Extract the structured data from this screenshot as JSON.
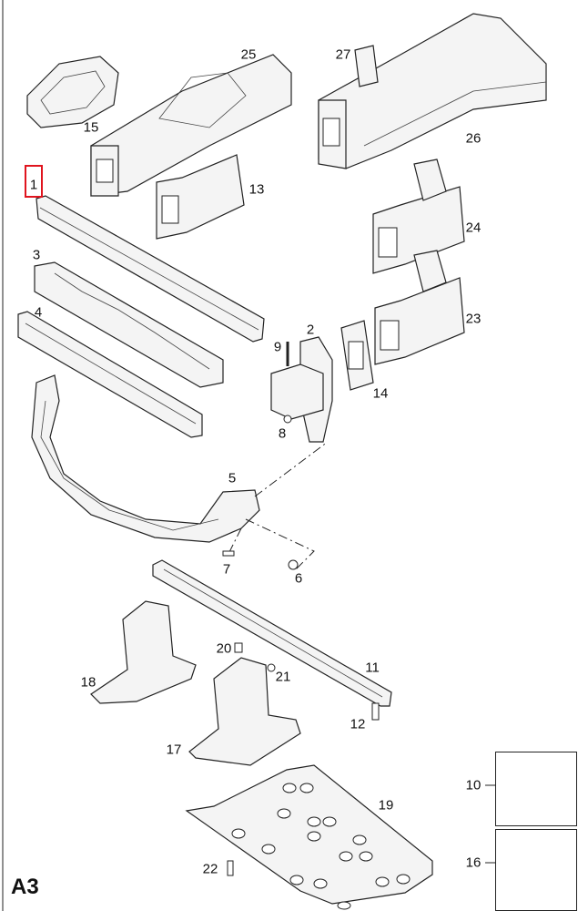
{
  "diagram": {
    "section_label": "A3",
    "highlighted_part": "1",
    "highlight_color": "#e0141e",
    "callouts": [
      "15",
      "25",
      "27",
      "26",
      "1",
      "13",
      "24",
      "3",
      "23",
      "4",
      "2",
      "9",
      "14",
      "8",
      "5",
      "7",
      "6",
      "20",
      "11",
      "21",
      "18",
      "12",
      "17",
      "10",
      "19",
      "16",
      "22"
    ]
  }
}
